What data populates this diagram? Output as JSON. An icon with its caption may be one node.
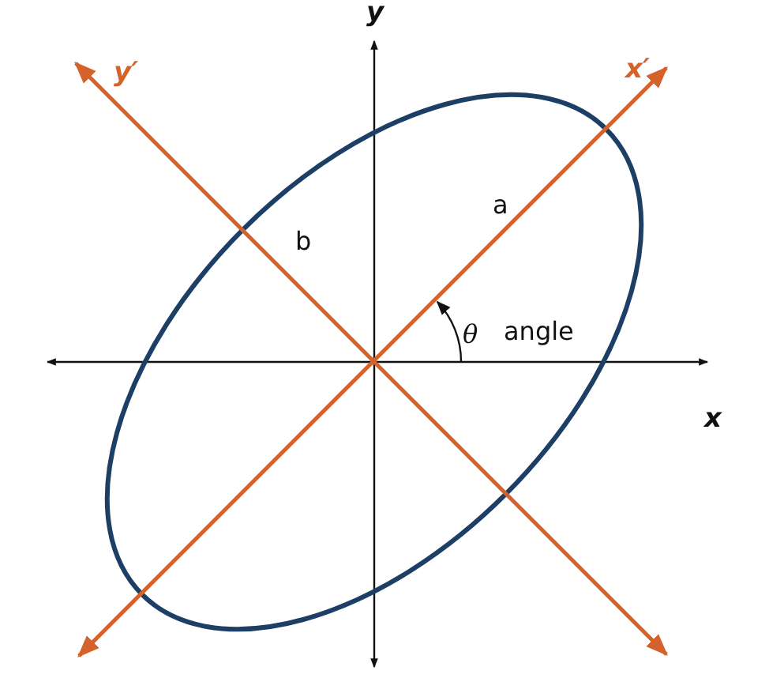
{
  "diagram": {
    "labels": [
      "y",
      "y′",
      "x′",
      "b",
      "a",
      "θ",
      "angle",
      "x"
    ]
  }
}
